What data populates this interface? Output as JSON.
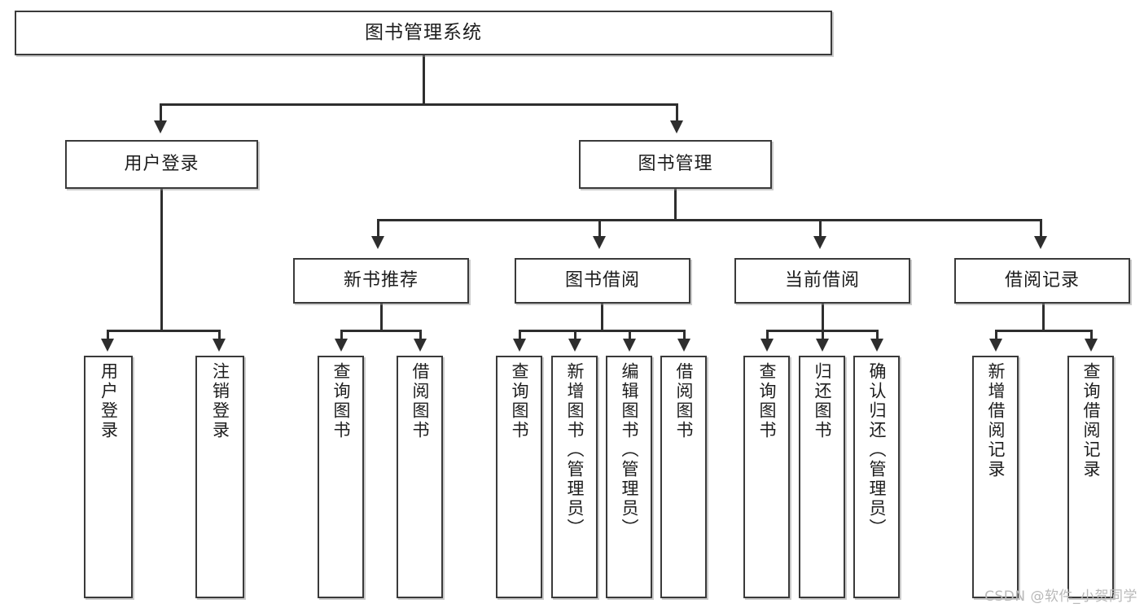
{
  "diagram": {
    "title": "图书管理系统",
    "type": "tree-hierarchy-diagram",
    "root": {
      "label": "图书管理系统"
    },
    "level2": [
      {
        "label": "用户登录"
      },
      {
        "label": "图书管理"
      }
    ],
    "level3": [
      {
        "label": "新书推荐"
      },
      {
        "label": "图书借阅"
      },
      {
        "label": "当前借阅"
      },
      {
        "label": "借阅记录"
      }
    ],
    "leaves": {
      "user_login": [
        {
          "label": "用户登录"
        },
        {
          "label": "注销登录"
        }
      ],
      "new_book_recommend": [
        {
          "label": "查询图书"
        },
        {
          "label": "借阅图书"
        }
      ],
      "book_borrow": [
        {
          "label": "查询图书"
        },
        {
          "label": "新增图书（管理员）"
        },
        {
          "label": "编辑图书（管理员）"
        },
        {
          "label": "借阅图书"
        }
      ],
      "current_borrow": [
        {
          "label": "查询图书"
        },
        {
          "label": "归还图书"
        },
        {
          "label": "确认归还（管理员）"
        }
      ],
      "borrow_record": [
        {
          "label": "新增借阅记录"
        },
        {
          "label": "查询借阅记录"
        }
      ]
    }
  },
  "watermark": {
    "text": "CSDN @软件_小贺同学"
  },
  "colors": {
    "box_border": "#3a3a3a",
    "connector": "#2e2e2e",
    "background": "#ffffff",
    "text": "#1d1d1d",
    "watermark": "#b9b9b9"
  }
}
